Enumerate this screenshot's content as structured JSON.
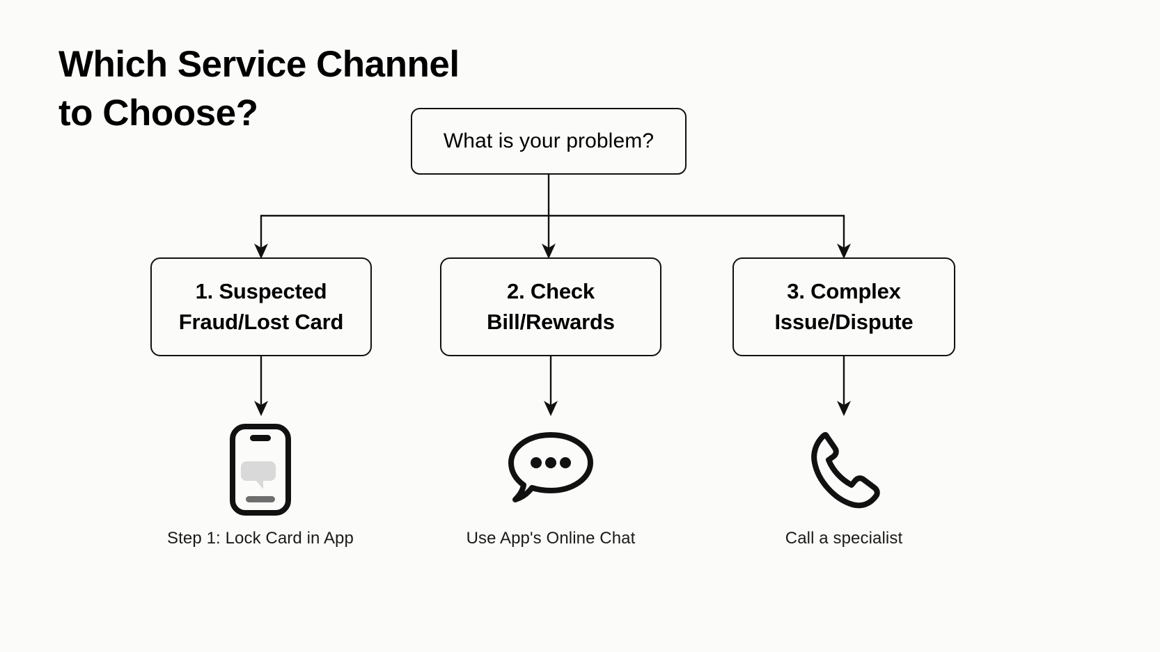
{
  "page": {
    "title": "Which Service Channel\nto Choose?",
    "background_color": "#fbfbf9",
    "line_color": "#111111",
    "text_color": "#000000"
  },
  "flowchart": {
    "root": {
      "label": "What is your problem?"
    },
    "branches": [
      {
        "id": "branch-1",
        "label": "1. Suspected\nFraud/Lost Card",
        "icon": "smartphone-icon",
        "caption": "Step 1: Lock Card in App"
      },
      {
        "id": "branch-2",
        "label": "2. Check\nBill/Rewards",
        "icon": "chat-bubble-icon",
        "caption": "Use App's Online Chat"
      },
      {
        "id": "branch-3",
        "label": "3. Complex\nIssue/Dispute",
        "icon": "telephone-handset-icon",
        "caption": "Call a specialist"
      }
    ]
  }
}
